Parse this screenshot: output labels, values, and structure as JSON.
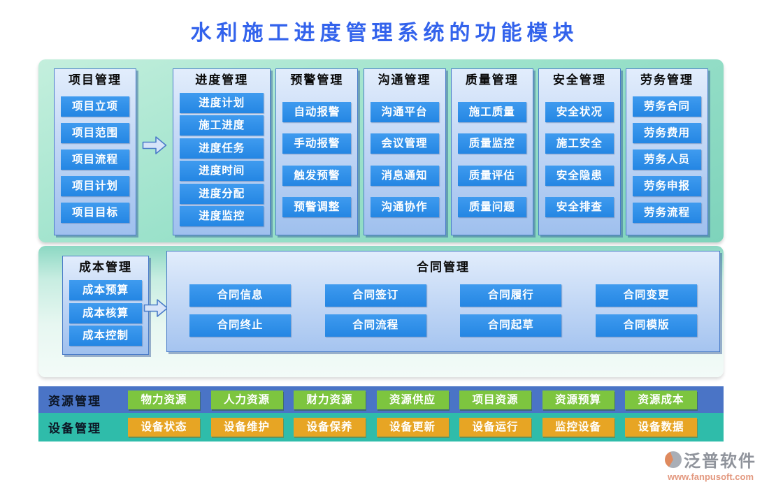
{
  "title": "水利施工进度管理系统的功能模块",
  "modules": [
    {
      "header": "项目管理",
      "items": [
        "项目立项",
        "项目范围",
        "项目流程",
        "项目计划",
        "项目目标"
      ]
    },
    {
      "header": "进度管理",
      "items": [
        "进度计划",
        "施工进度",
        "进度任务",
        "进度时间",
        "进度分配",
        "进度监控"
      ]
    },
    {
      "header": "预警管理",
      "items": [
        "自动报警",
        "手动报警",
        "触发预警",
        "预警调整"
      ]
    },
    {
      "header": "沟通管理",
      "items": [
        "沟通平台",
        "会议管理",
        "消息通知",
        "沟通协作"
      ]
    },
    {
      "header": "质量管理",
      "items": [
        "施工质量",
        "质量监控",
        "质量评估",
        "质量问题"
      ]
    },
    {
      "header": "安全管理",
      "items": [
        "安全状况",
        "施工安全",
        "安全隐患",
        "安全排查"
      ]
    },
    {
      "header": "劳务管理",
      "items": [
        "劳务合同",
        "劳务费用",
        "劳务人员",
        "劳务申报",
        "劳务流程"
      ]
    }
  ],
  "cost": {
    "header": "成本管理",
    "items": [
      "成本预算",
      "成本核算",
      "成本控制"
    ]
  },
  "contract": {
    "header": "合同管理",
    "items": [
      "合同信息",
      "合同签订",
      "合同履行",
      "合同变更",
      "合同终止",
      "合同流程",
      "合同起草",
      "合同模版"
    ]
  },
  "resource": {
    "label": "资源管理",
    "items": [
      "物力资源",
      "人力资源",
      "财力资源",
      "资源供应",
      "项目资源",
      "资源预算",
      "资源成本"
    ]
  },
  "equipment": {
    "label": "设备管理",
    "items": [
      "设备状态",
      "设备维护",
      "设备保养",
      "设备更新",
      "设备运行",
      "监控设备",
      "设备数据"
    ]
  },
  "footer": {
    "brand": "泛普软件",
    "url": "www.fanpusoft.com"
  },
  "icons": {
    "flow_arrow": "block-right-arrow",
    "logo": "fanpu-swirl-circle"
  },
  "colors": {
    "title_blue": "#3363ec",
    "section1_mint": "#9ce2cb",
    "section2_fade_top": "#8cd8c3",
    "panel_blue_light": "#c2d7f5",
    "panel_border": "#4a7cc8",
    "button_blue": "#2486e3",
    "resource_band_blue": "#4a74c6",
    "resource_button_green": "#7dc53f",
    "equipment_band_teal": "#2fbcaa",
    "equipment_button_orange": "#e7a524",
    "brand_gray": "#8f939b",
    "brand_url_coral": "#e3987f"
  }
}
